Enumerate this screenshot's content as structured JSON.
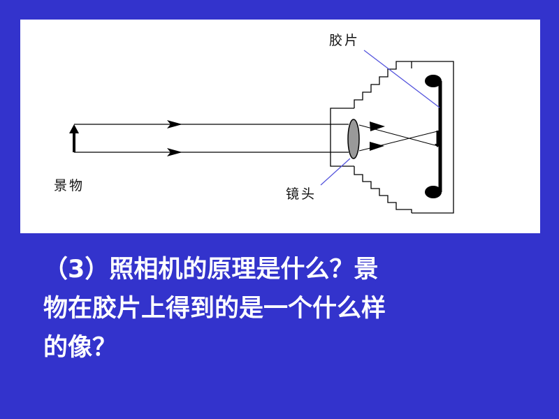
{
  "slide": {
    "background_color": "#3333cc",
    "panel_color": "#ffffff"
  },
  "diagram": {
    "labels": {
      "film": "胶片",
      "object": "景物",
      "lens": "镜头"
    },
    "colors": {
      "lines": "#000000",
      "leader_lines": "#5555dd",
      "lens_fill": "#999999",
      "film_roll": "#000000"
    }
  },
  "question": {
    "lines": [
      "（3）照相机的原理是什么？景",
      "物在胶片上得到的是一个什么样",
      "的像？"
    ]
  }
}
